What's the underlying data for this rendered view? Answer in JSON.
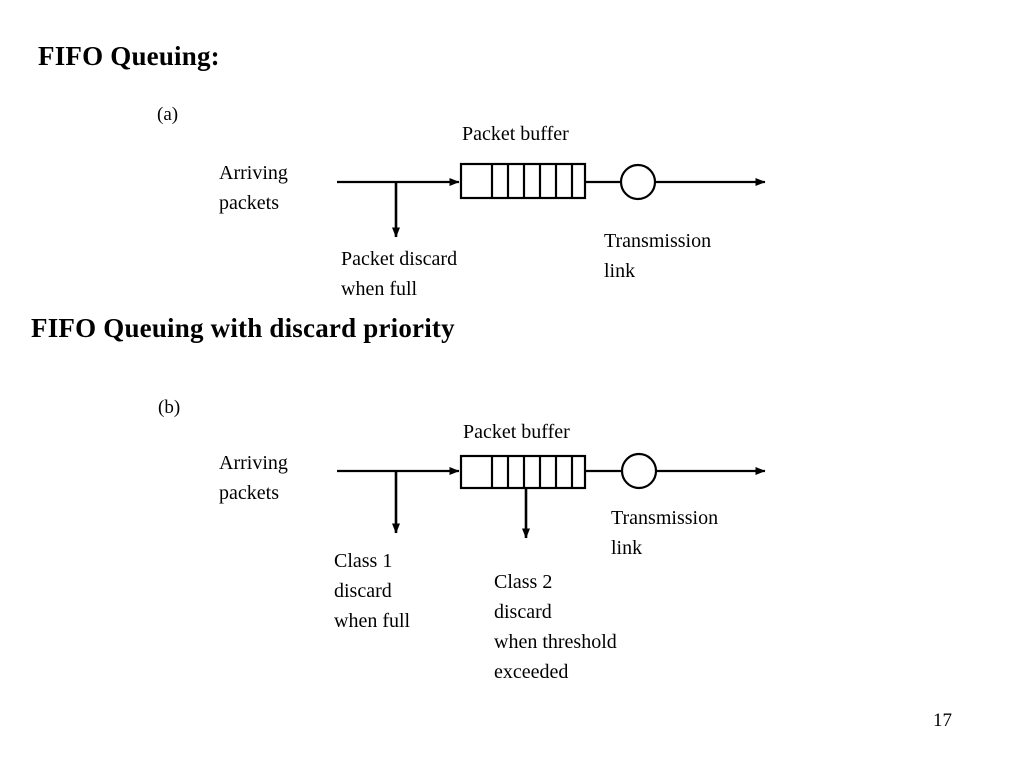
{
  "page": {
    "number": "17",
    "background": "#ffffff",
    "ink": "#000000"
  },
  "headings": {
    "first": "FIFO Queuing:",
    "second": "FIFO Queuing with discard priority"
  },
  "diagram_a": {
    "part_label": "(a)",
    "arriving_packets": "Arriving\npackets",
    "packet_buffer": "Packet buffer",
    "discard_note": "Packet discard\nwhen full",
    "transmission_link": "Transmission\nlink",
    "buffer_cells": 7
  },
  "diagram_b": {
    "part_label": "(b)",
    "arriving_packets": "Arriving\npackets",
    "packet_buffer": "Packet buffer",
    "class1_note": "Class 1\n discard\nwhen full",
    "class2_note": "Class 2\ndiscard\nwhen threshold\nexceeded",
    "transmission_link": "Transmission\nlink",
    "buffer_cells": 7
  }
}
